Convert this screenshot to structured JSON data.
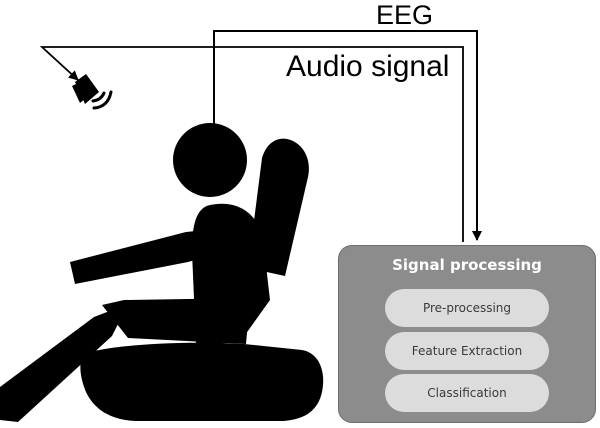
{
  "labels": {
    "eeg": "EEG",
    "audio": "Audio signal"
  },
  "signal_processing": {
    "title": "Signal processing",
    "stages": [
      "Pre-processing",
      "Feature Extraction",
      "Classification"
    ]
  },
  "icons": {
    "person": "seated-person-icon",
    "speaker": "speaker-icon"
  },
  "colors": {
    "box": "#8c8c8c",
    "stage": "#dcdcdc",
    "title_text": "#ffffff",
    "lines": "#000000"
  }
}
